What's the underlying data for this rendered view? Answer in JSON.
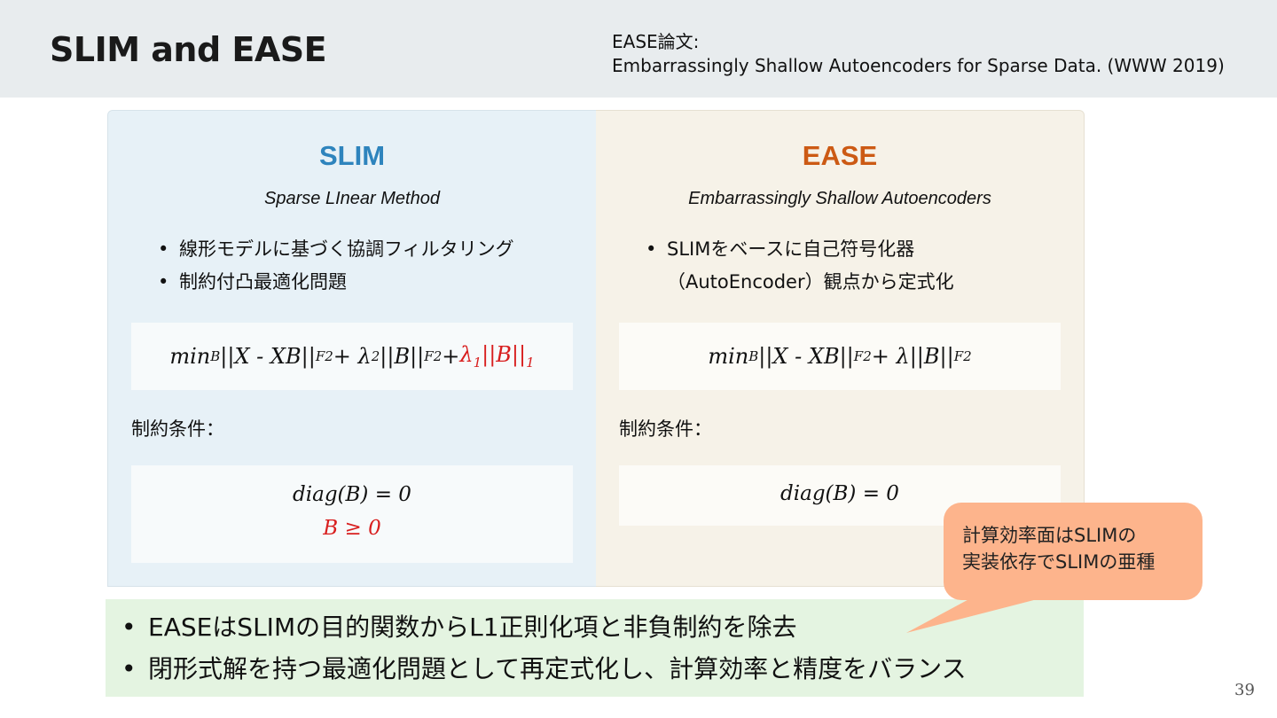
{
  "slide": {
    "title": "SLIM and EASE",
    "reference_line1": "EASE論文:",
    "reference_line2": "Embarrassingly Shallow Autoencoders for Sparse Data. (WWW 2019)",
    "page_number": "39"
  },
  "colors": {
    "slim_accent": "#2e84bd",
    "ease_accent": "#cc5a14",
    "highlight_red": "#d81e1e",
    "callout_bg": "#fdb48c",
    "summary_bg": "#e4f4e1"
  },
  "slim": {
    "heading": "SLIM",
    "subtitle": "Sparse LInear Method",
    "bullets": [
      "線形モデルに基づく協調フィルタリング",
      "制約付凸最適化問題"
    ],
    "formula": {
      "min": "min",
      "min_sub": "B",
      "t1": " ||X - XB||",
      "t1_sub": "F",
      "t1_sup": "2",
      "plus1": " + λ",
      "l2_sub": "2",
      "t2": "||B||",
      "t2_sub": "F",
      "t2_sup": "2",
      "plus2": " + ",
      "l1": "λ",
      "l1_sub": "1",
      "t3": "||B||",
      "t3_sub": "1"
    },
    "constraint_label": "制約条件：",
    "constraints": [
      "diag(B) = 0",
      "B ≥ 0"
    ]
  },
  "ease": {
    "heading": "EASE",
    "subtitle": "Embarrassingly Shallow Autoencoders",
    "bullet_line1": "SLIMをベースに自己符号化器",
    "bullet_line2": "（AutoEncoder）観点から定式化",
    "formula": {
      "min": "min",
      "min_sub": "B",
      "t1": " ||X - XB||",
      "t1_sub": "F",
      "t1_sup": "2",
      "plus1": " + λ||B||",
      "t2_sub": "F",
      "t2_sup": "2"
    },
    "constraint_label": "制約条件：",
    "constraints": [
      "diag(B) = 0"
    ]
  },
  "callout": {
    "line1": "計算効率面はSLIMの",
    "line2": "実装依存でSLIMの亜種"
  },
  "summary": {
    "bullets": [
      "EASEはSLIMの目的関数からL1正則化項と非負制約を除去",
      "閉形式解を持つ最適化問題として再定式化し、計算効率と精度をバランス"
    ]
  }
}
